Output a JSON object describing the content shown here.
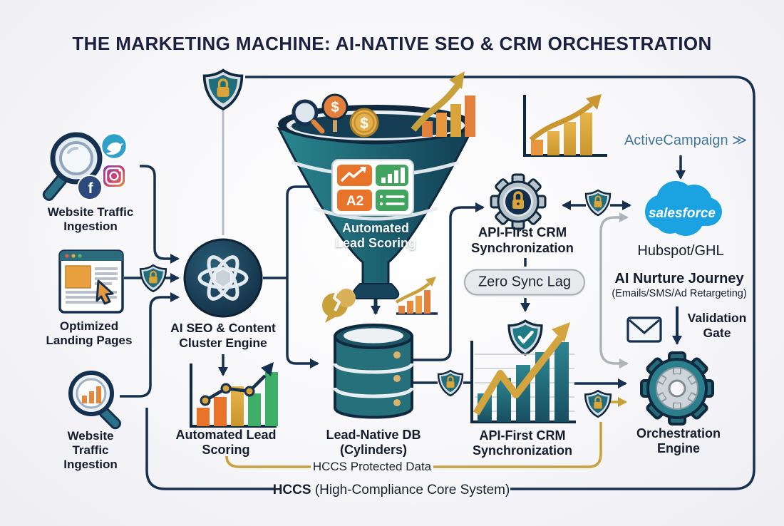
{
  "title": "THE MARKETING MACHINE: AI-NATIVE SEO & CRM ORCHESTRATION",
  "colors": {
    "navy": "#16304f",
    "teal": "#23707c",
    "gold": "#c9a13b",
    "orange": "#e8742c",
    "green": "#3fae68",
    "salesforce_blue": "#1ba2e0",
    "gray_line": "#aeb4ba",
    "background": "#f7f7fa"
  },
  "left": {
    "traffic_top": "Website Traffic Ingestion",
    "landing": "Optimized Landing Pages",
    "traffic_bottom": "Website Traffic Ingestion"
  },
  "engine": {
    "label": "AI SEO & Content Cluster Engine"
  },
  "funnel": {
    "label": "Automated Lead Scoring",
    "tile_a2": "A2",
    "dollar": "$"
  },
  "db": {
    "label": "Lead-Native DB (Cylinders)"
  },
  "scoring": {
    "label": "Automated Lead Scoring"
  },
  "crm_top": {
    "label": "API-First CRM Synchronization",
    "badge": "Zero Sync Lag"
  },
  "crm_bottom": {
    "label": "API-First CRM Synchronization"
  },
  "integrations": {
    "activecampaign": "ActiveCampaign ≫",
    "salesforce": "salesforce",
    "hubspot": "Hubspot/GHL",
    "facebook_f": "f"
  },
  "nurture": {
    "title": "AI Nurture Journey",
    "subtitle": "(Emails/SMS/Ad Retargeting)",
    "validation": "Validation Gate"
  },
  "orchestration": {
    "label": "Orchestration Engine"
  },
  "footer": {
    "protected": "HCCS Protected Data",
    "hccs_bold": "HCCS",
    "hccs_rest": " (High-Compliance Core System)"
  }
}
